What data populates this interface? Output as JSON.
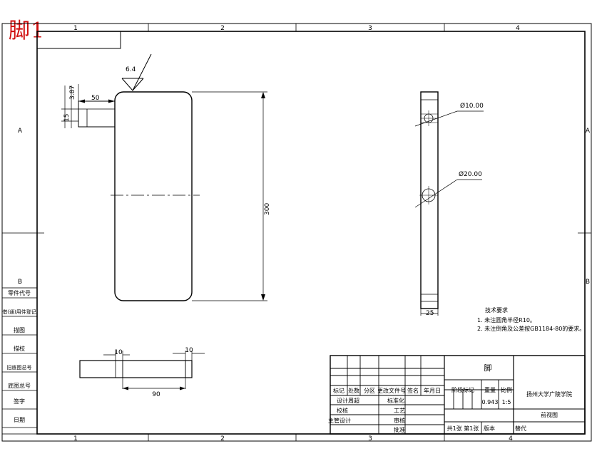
{
  "sheet_title": "脚1",
  "top_columns": [
    "1",
    "2",
    "3",
    "4"
  ],
  "bottom_columns": [
    "1",
    "2",
    "3",
    "4"
  ],
  "left_rows": [
    "A",
    "B"
  ],
  "right_rows": [
    "A",
    "B"
  ],
  "side_block": [
    "零件代号",
    "借(通)用件登记",
    "描图",
    "描校",
    "旧底图总号",
    "底图总号",
    "签字",
    "日期"
  ],
  "front_view": {
    "surface_finish": "6.4",
    "dim_boss_length": "50",
    "dim_boss_offset": "3.87",
    "dim_boss_height": "15",
    "dim_height": "300"
  },
  "side_view": {
    "hole_small": "Ø10.00",
    "hole_large": "Ø20.00",
    "dim_width": "25"
  },
  "bottom_view": {
    "dim_left": "10",
    "dim_right": "10",
    "dim_span": "90"
  },
  "tech_requirements": {
    "title": "技术要求",
    "items": [
      "1. 未注圆角半径R10。",
      "2. 未注倒角及公差按GB1184-80的要求。"
    ]
  },
  "title_block": {
    "part_name": "脚",
    "header_labels": [
      "标记",
      "处数",
      "分区",
      "更改文件号",
      "签名",
      "年月日"
    ],
    "row_labels": [
      "设计",
      "校核",
      "主管设计"
    ],
    "designer": "周超",
    "approval_labels": [
      "标准化",
      "工艺",
      "审核",
      "批准"
    ],
    "stage_labels": [
      "阶段标记",
      "重量",
      "比例"
    ],
    "weight": "0.943",
    "scale": "1:5",
    "company": "扬州大学广陵学院",
    "drawing_no": "前视图",
    "sheet_info": "共1张 第1张",
    "version_label": "版本",
    "replaces_label": "替代"
  }
}
